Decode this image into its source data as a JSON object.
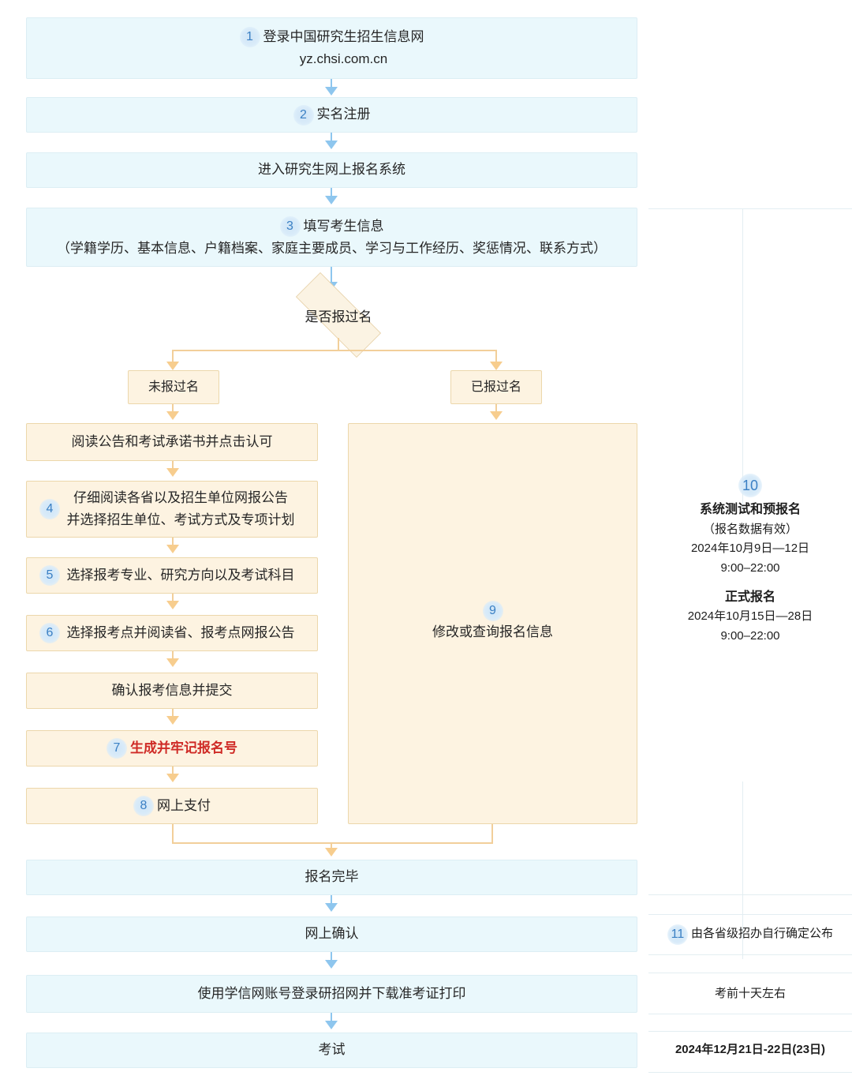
{
  "colors": {
    "blue_fill": "#eaf8fc",
    "blue_border": "#dceef4",
    "orange_fill": "#fdf3e1",
    "orange_border": "#ecd7ab",
    "diamond_fill": "#fbf3e3",
    "badge_text": "#3b80c4",
    "highlight_red": "#cf2b26",
    "arrow_blue": "#8ec6ee",
    "arrow_orange": "#f7cd8e",
    "grid_line": "#e3eef2"
  },
  "flow": {
    "step1": {
      "num": "1",
      "line1": "登录中国研究生招生信息网",
      "line2": "yz.chsi.com.cn"
    },
    "step2": {
      "num": "2",
      "label": "实名注册"
    },
    "step3_entry": {
      "label": "进入研究生网上报名系统"
    },
    "step4_info": {
      "num": "3",
      "line1": "填写考生信息",
      "line2": "（学籍学历、基本信息、户籍档案、家庭主要成员、学习与工作经历、奖惩情况、联系方式）"
    },
    "decision": {
      "label": "是否报过名"
    },
    "branch_left": {
      "label": "未报过名"
    },
    "branch_right": {
      "label": "已报过名"
    },
    "left_steps": [
      {
        "num": "",
        "label": "阅读公告和考试承诺书并点击认可"
      },
      {
        "num": "4",
        "line1": "仔细阅读各省以及招生单位网报公告",
        "line2": "并选择招生单位、考试方式及专项计划"
      },
      {
        "num": "5",
        "label": "选择报考专业、研究方向以及考试科目"
      },
      {
        "num": "6",
        "label": "选择报考点并阅读省、报考点网报公告"
      },
      {
        "num": "",
        "label": "确认报考信息并提交"
      },
      {
        "num": "7",
        "label": "生成并牢记报名号",
        "highlight": true
      },
      {
        "num": "8",
        "label": "网上支付"
      }
    ],
    "right_panel_box": {
      "num": "9",
      "label": "修改或查询报名信息"
    },
    "tail_steps": [
      {
        "label": "报名完毕"
      },
      {
        "label": "网上确认"
      },
      {
        "label": "使用学信网账号登录研招网并下载准考证打印"
      },
      {
        "label": "考试"
      }
    ]
  },
  "timeline": {
    "registration": {
      "num": "10",
      "title1": "系统测试和预报名",
      "sub1": "（报名数据有效）",
      "date1": "2024年10月9日—12日",
      "time1": "9:00–22:00",
      "title2": "正式报名",
      "date2": "2024年10月15日—28日",
      "time2": "9:00–22:00"
    },
    "confirm": {
      "num": "11",
      "label": "由各省级招办自行确定公布"
    },
    "admit_card": {
      "label": "考前十天左右"
    },
    "exam": {
      "label": "2024年12月21日-22日(23日)"
    }
  }
}
